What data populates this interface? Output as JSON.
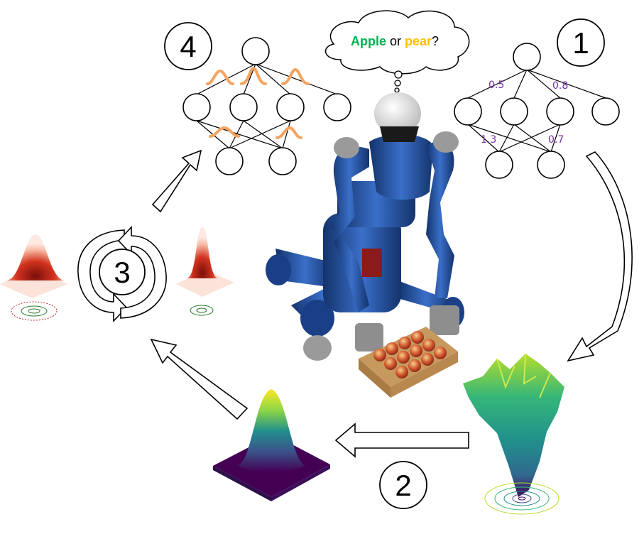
{
  "thought_bubble": {
    "word_apple": "Apple",
    "word_or": " or ",
    "word_pear": "pear",
    "word_q": "?",
    "apple_color": "#00b050",
    "pear_color": "#ffc000"
  },
  "steps": {
    "step1": "1",
    "step2": "2",
    "step3": "3",
    "step4": "4"
  },
  "network1": {
    "weights": [
      "0.5",
      "0.8",
      "1.3",
      "0.7"
    ],
    "weight_color": "#7030a0"
  },
  "network4": {
    "distribution_color": "#f4a460"
  },
  "colors": {
    "gaussian_red": "#c0281e",
    "viridis_top": "#fde725",
    "viridis_mid": "#21918c",
    "viridis_low": "#440154",
    "robot_blue": "#1f4e9c"
  }
}
